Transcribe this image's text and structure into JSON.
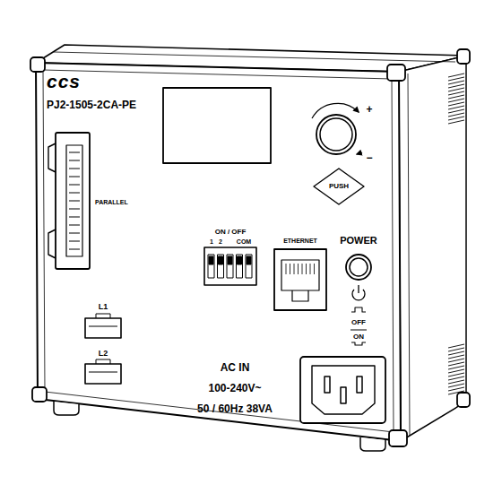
{
  "diagram": {
    "labels": [
      "ccs",
      "PJ2-1505-2CA-PE",
      "PARALLEL",
      "ON / OFF",
      "1",
      "2",
      "COM",
      "ETHERNET",
      "POWER",
      "+",
      "−",
      "PUSH",
      "OFF",
      "ON",
      "L1",
      "L2",
      "AC IN",
      "100-240V~",
      "50 / 60Hz 38VA"
    ]
  }
}
